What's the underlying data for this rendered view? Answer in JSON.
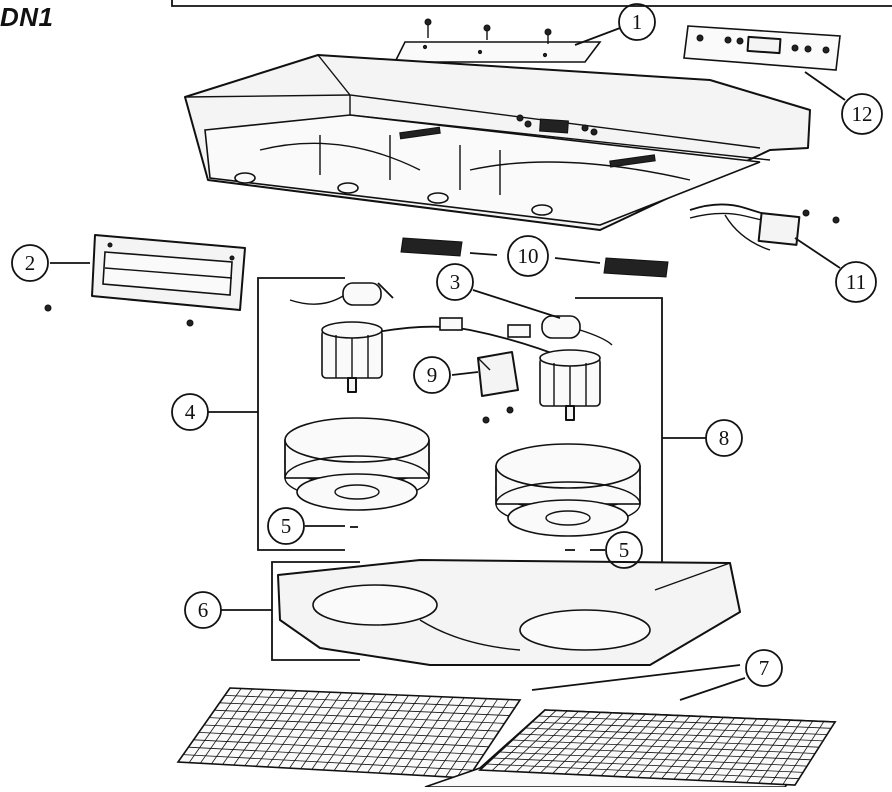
{
  "header": {
    "model": "DN1"
  },
  "callouts": [
    {
      "id": "1",
      "label": "1"
    },
    {
      "id": "2",
      "label": "2"
    },
    {
      "id": "3",
      "label": "3"
    },
    {
      "id": "4",
      "label": "4"
    },
    {
      "id": "5a",
      "label": "5"
    },
    {
      "id": "5b",
      "label": "5"
    },
    {
      "id": "6",
      "label": "6"
    },
    {
      "id": "7",
      "label": "7"
    },
    {
      "id": "8",
      "label": "8"
    },
    {
      "id": "9",
      "label": "9"
    },
    {
      "id": "10",
      "label": "10"
    },
    {
      "id": "11",
      "label": "11"
    },
    {
      "id": "12",
      "label": "12"
    }
  ]
}
